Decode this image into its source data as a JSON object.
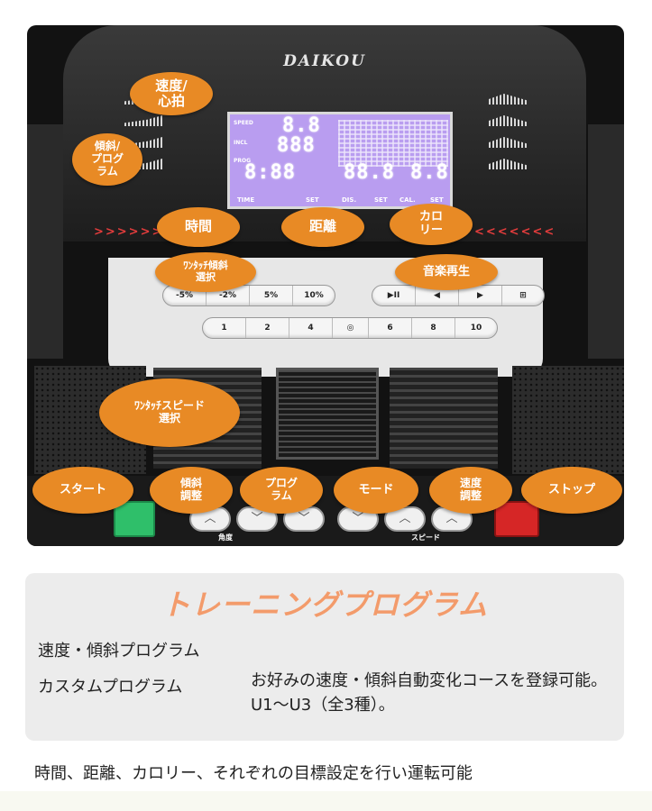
{
  "console": {
    "brand": "DAIKOU",
    "lcd": {
      "speed_value": "8.8",
      "incline_value": "888",
      "time_value": "8:88",
      "distance_value": "88.8",
      "calorie_value": "8.8",
      "labels": {
        "speed": "SPEED",
        "incline": "INCL",
        "program": "PROG"
      },
      "footer": {
        "time": "TIME",
        "distance": "DIS.",
        "calorie": "CAL.",
        "set": "SET"
      }
    },
    "incline_buttons": [
      "-5%",
      "-2%",
      "5%",
      "10%"
    ],
    "speed_buttons": [
      "1",
      "2",
      "4",
      "6",
      "8",
      "10"
    ],
    "music_buttons": [
      "▶II",
      "◀",
      "▶",
      "⊞"
    ],
    "key_labels": {
      "incline": "角度",
      "speed": "スピード"
    }
  },
  "callouts": {
    "speed_heart": "速度/\n心拍",
    "incline_program": "傾斜/\nプログ\nラム",
    "time": "時間",
    "distance": "距離",
    "calorie": "カロ\nリー",
    "one_touch_incline": "ﾜﾝﾀｯﾁ傾斜\n選択",
    "music": "音楽再生",
    "one_touch_speed": "ﾜﾝﾀｯﾁスピード\n選択",
    "start": "スタート",
    "incline_adjust": "傾斜\n調整",
    "program": "プログ\nラム",
    "mode": "モード",
    "speed_adjust": "速度\n調整",
    "stop": "ストップ"
  },
  "training": {
    "title": "トレーニングプログラム",
    "rows": [
      {
        "name": "速度・傾斜プログラム",
        "desc": ""
      },
      {
        "name": "カスタムプログラム",
        "desc": "お好みの速度・傾斜自動変化コースを登録可能。U1～U3（全3種）。"
      }
    ]
  },
  "footer_text": "時間、距離、カロリー、それぞれの目標設定を行い運転可能",
  "colors": {
    "callout": "#e88a25",
    "title": "#f39b6b",
    "lcd": "#b99df0",
    "start": "#2fbf6a",
    "stop": "#d62626"
  }
}
